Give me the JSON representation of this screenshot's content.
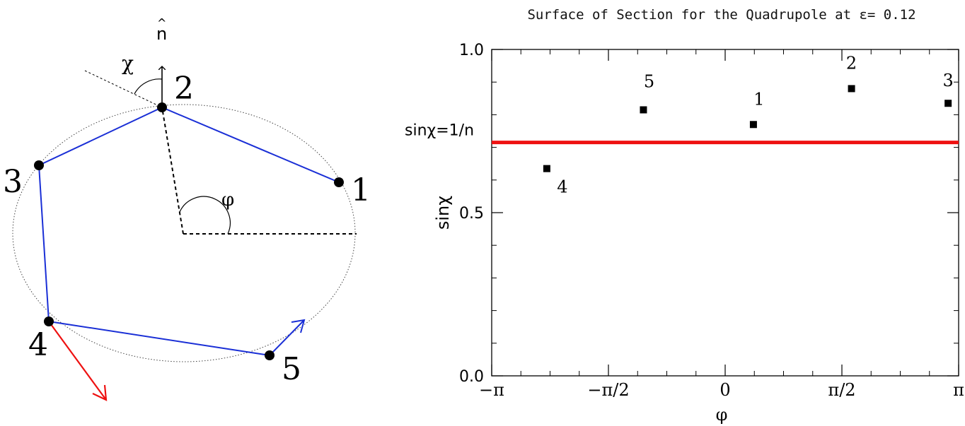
{
  "diagram": {
    "normal_label": "n",
    "normal_hat": "^",
    "chi_label": "χ",
    "phi_label": "φ",
    "point_labels": [
      "1",
      "2",
      "3",
      "4",
      "5"
    ],
    "colors": {
      "polygon": "#1a2fd6",
      "escape_arrow": "#ee1111",
      "continue_arrow": "#1a2fd6",
      "points": "#000000"
    }
  },
  "chart_data": {
    "type": "scatter",
    "title": "Surface of Section for the Quadrupole at ε= 0.12",
    "xlabel": "φ",
    "ylabel": "sinχ",
    "xlim": [
      -3.14159,
      3.14159
    ],
    "ylim": [
      0,
      1
    ],
    "xtick_labels": [
      "−π",
      "−π/2",
      "0",
      "π/2",
      "π"
    ],
    "xtick_values": [
      -3.14159,
      -1.5708,
      0,
      1.5708,
      3.14159
    ],
    "ytick_labels": [
      "0.0",
      "0.5",
      "1.0"
    ],
    "ytick_values": [
      0,
      0.5,
      1.0
    ],
    "points": [
      {
        "label": "1",
        "x": 0.38,
        "y": 0.77
      },
      {
        "label": "2",
        "x": 1.7,
        "y": 0.88
      },
      {
        "label": "3",
        "x": 3.0,
        "y": 0.835
      },
      {
        "label": "4",
        "x": -2.4,
        "y": 0.635
      },
      {
        "label": "5",
        "x": -1.1,
        "y": 0.815
      }
    ],
    "critical_line": {
      "label": "sinχ=1/n",
      "y": 0.715,
      "color": "#ee1111"
    },
    "grid": false
  }
}
